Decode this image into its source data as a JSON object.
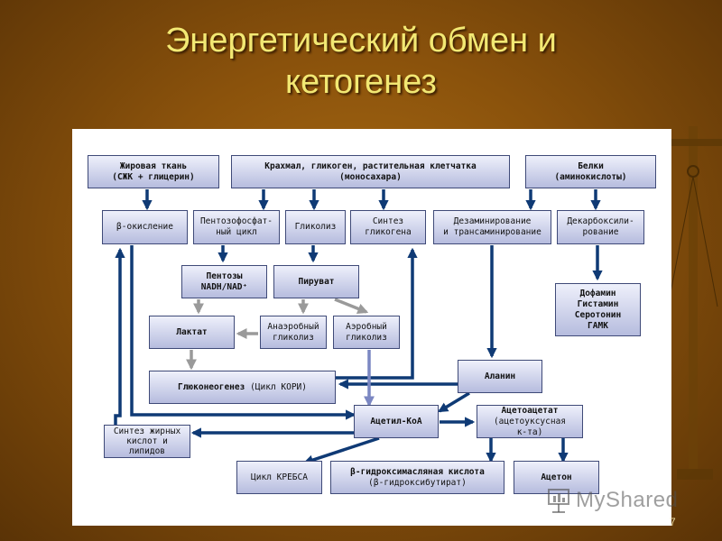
{
  "title": "Энергетический обмен и\nкетогенез",
  "page_number": "7",
  "watermark": "MyShared",
  "colors": {
    "arrow_dark": "#0f3a75",
    "arrow_grey": "#9a9a9a",
    "arrow_blue": "#7b87c2",
    "title": "#f2e873"
  },
  "boxes": {
    "fat_tissue": "Жировая ткань\n(СЖК + глицерин)",
    "starch": "Крахмал, гликоген, растительная клетчатка\n(моносахара)",
    "proteins": "Белки\n(аминокислоты)",
    "beta_oxidation": "β-окисление",
    "pentose_cycle": "Пентозофосфат-\nный цикл",
    "glycolysis": "Гликолиз",
    "glycogen_synthesis": "Синтез\nгликогена",
    "deamination": "Дезаминирование\nи трансаминирование",
    "decarboxylation": "Декарбоксили-\nрование",
    "pentoses": "Пентозы\nNADH/NAD⁺",
    "pyruvate": "Пируват",
    "amines": "Дофамин\nГистамин\nСеротонин\nГАМК",
    "lactate": "Лактат",
    "anaerobic": "Анаэробный\nгликолиз",
    "aerobic": "Аэробный\nгликолиз",
    "gluconeogenesis_label": "Глюконеогенез",
    "gluconeogenesis_note": "(Цикл КОРИ)",
    "alanine": "Аланин",
    "acetyl_coa": "Ацетил-КоА",
    "acetoacetate_label": "Ацетоацетат",
    "acetoacetate_note": "(ацетоуксусная\nк-та)",
    "lipid_synthesis": "Синтез жирных\nкислот и\nлипидов",
    "krebs": "Цикл КРЕБСА",
    "bhb_label": "β-гидроксимасляная кислота",
    "bhb_note": "(β-гидроксибутират)",
    "acetone": "Ацетон"
  }
}
